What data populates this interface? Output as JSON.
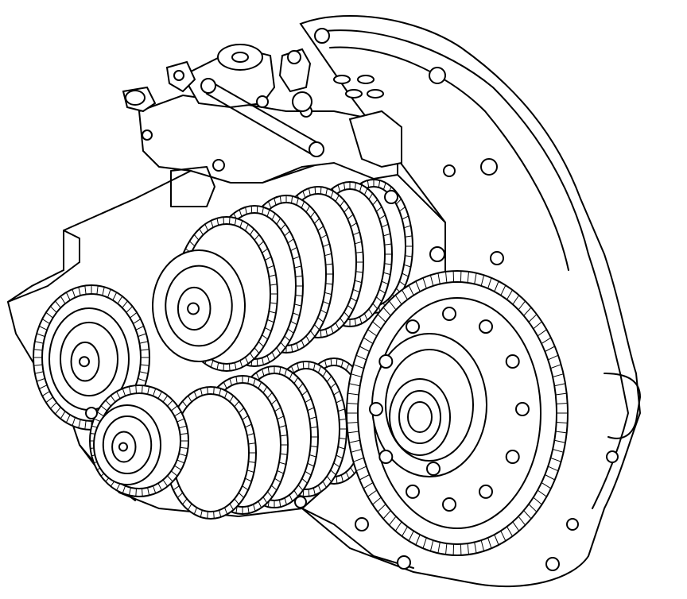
{
  "drawing": {
    "subject": "",
    "colors": {
      "line": "#000000",
      "background": "#ffffff"
    },
    "parts": [
      {
        "name": "clutch-housing"
      },
      {
        "name": "gear-shift-mechanism"
      },
      {
        "name": "input-shaft-gears"
      },
      {
        "name": "output-shaft-gears"
      },
      {
        "name": "differential-ring-gear"
      },
      {
        "name": "differential-carrier"
      },
      {
        "name": "front-gear-wheel"
      },
      {
        "name": "lower-gear-wheel"
      }
    ]
  }
}
